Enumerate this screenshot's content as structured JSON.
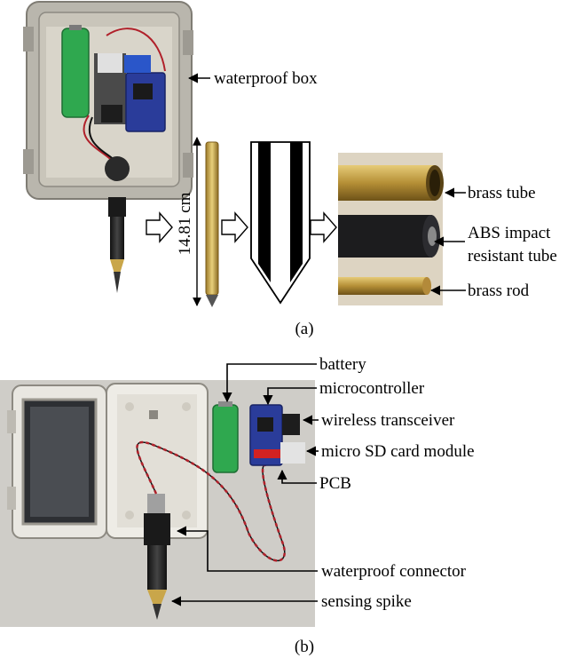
{
  "panel_a": {
    "caption": "(a)",
    "labels": {
      "waterproof_box": "waterproof box",
      "length": "14.81 cm",
      "brass_tube": "brass tube",
      "abs_line1": "ABS impact",
      "abs_line2": "resistant tube",
      "brass_rod": "brass rod"
    }
  },
  "panel_b": {
    "caption": "(b)",
    "labels": {
      "battery": "battery",
      "microcontroller": "microcontroller",
      "wireless_transceiver": "wireless transceiver",
      "micro_sd": "micro SD card module",
      "pcb": "PCB",
      "waterproof_connector": "waterproof connector",
      "sensing_spike": "sensing spike"
    }
  },
  "colors": {
    "battery_green": "#2fa84f",
    "pcb_blue": "#2a3c9a",
    "brass": "#c9a64a",
    "wire_red": "#b0202a",
    "photo_bg_b": "#cfcdc8"
  }
}
